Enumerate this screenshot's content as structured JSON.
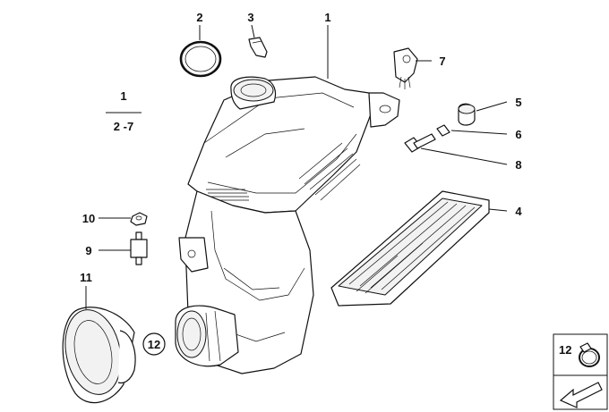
{
  "callouts": {
    "c1": "1",
    "c2": "2",
    "c3": "3",
    "c4": "4",
    "c5": "5",
    "c6": "6",
    "c7": "7",
    "c8": "8",
    "c9": "9",
    "c10": "10",
    "c11": "11",
    "c12_circled": "12",
    "c12_legend": "12"
  },
  "assembly_note": {
    "top": "1",
    "bottom": "2 -7"
  },
  "icons": {
    "hose_clamp": "hose-clamp-icon",
    "arrow": "arrow-icon"
  }
}
